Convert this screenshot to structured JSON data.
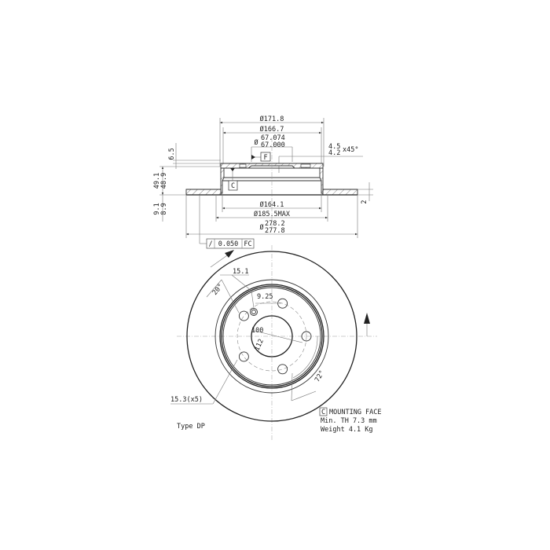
{
  "section_view": {
    "dims": {
      "d_171_8": "Ø171.8",
      "d_166_7": "Ø166.7",
      "d_67_074": "67.074",
      "d_67_000": "67.000",
      "d_sym": "Ø",
      "datum_f": "F",
      "datum_c": "C",
      "chamfer_top": "4.5",
      "chamfer_bot": "4.2",
      "chamfer_angle": "x45°",
      "h_6_5": "6.5",
      "h_49_1": "49.1",
      "h_48_9": "48.9",
      "h_9_1": "9.1",
      "h_8_9": "8.9",
      "h_2": "2",
      "d_164_1": "Ø164.1",
      "d_185_5": "Ø185.5MAX",
      "d_278_2": "278.2",
      "d_277_8": "277.8"
    },
    "tolerance_frame": {
      "symbol": "/",
      "value": "0.050",
      "datum": "FC"
    }
  },
  "front_view": {
    "dims": {
      "d_15_1": "15.1",
      "angle_20": "20°",
      "d_9_25": "9.25",
      "pcd_100": "100",
      "pcd_112": "112",
      "angle_72": "72°",
      "holes": "15.3(x5)"
    }
  },
  "notes": {
    "type": "Type DP",
    "datum_c": "C",
    "mounting_face": "MOUNTING FACE",
    "min_th": "Min. TH 7.3 mm",
    "weight": "Weight 4.1 Kg"
  }
}
